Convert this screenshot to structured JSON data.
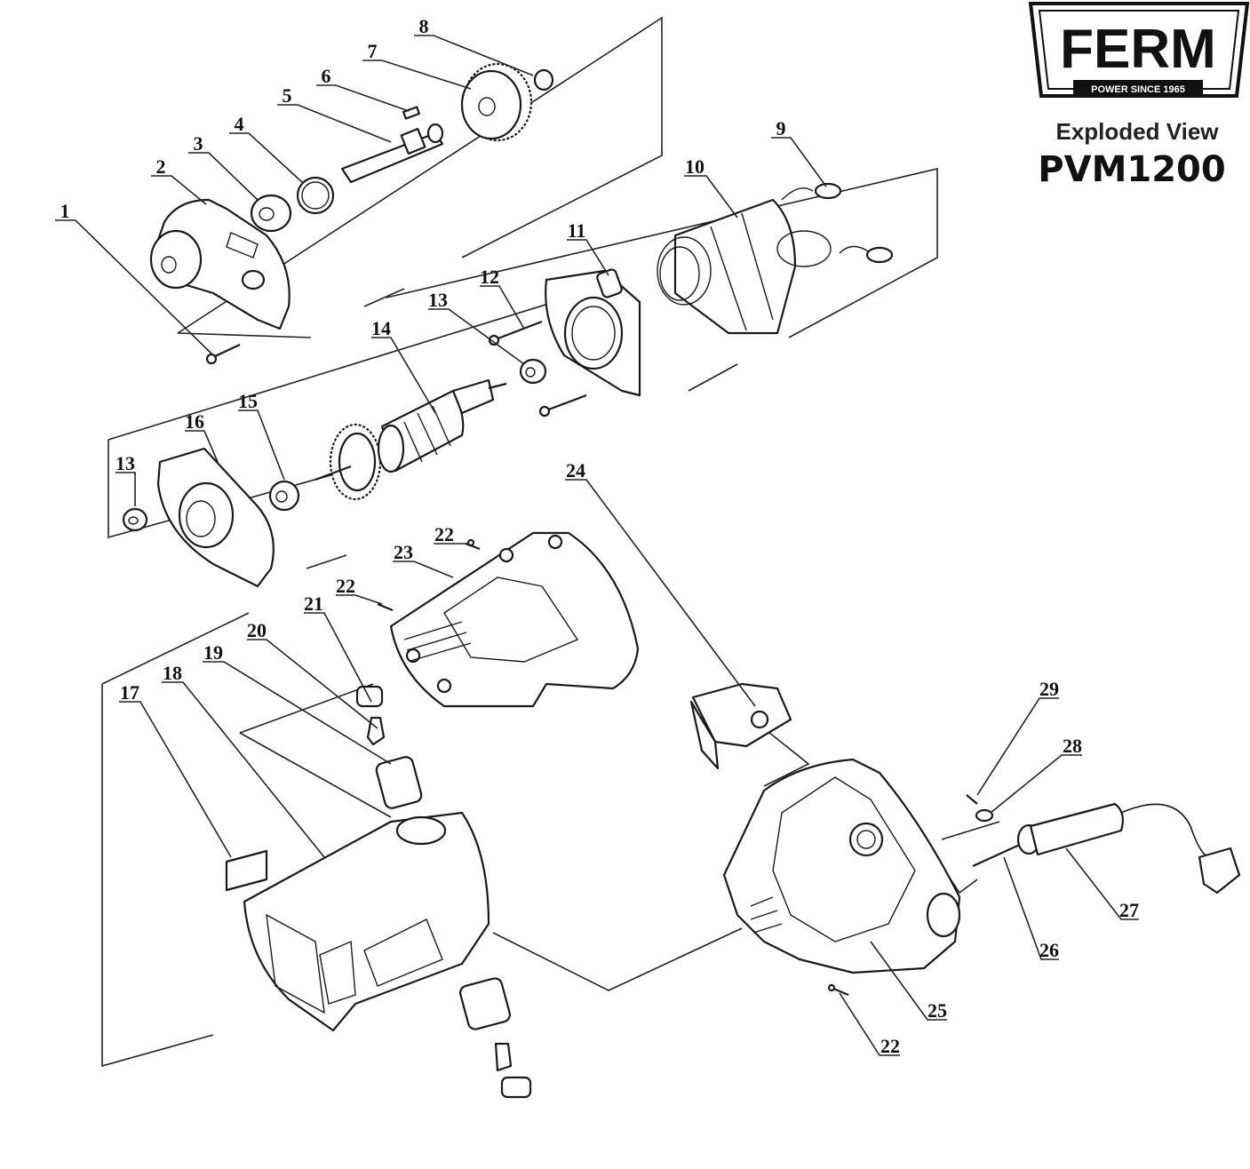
{
  "brand": {
    "logo_text": "FERM",
    "tagline": "POWER SINCE 1965",
    "title": "Exploded View",
    "model": "PVM1200"
  },
  "callouts": [
    {
      "id": "c1",
      "label": "1"
    },
    {
      "id": "c2",
      "label": "2"
    },
    {
      "id": "c3",
      "label": "3"
    },
    {
      "id": "c4",
      "label": "4"
    },
    {
      "id": "c5",
      "label": "5"
    },
    {
      "id": "c6",
      "label": "6"
    },
    {
      "id": "c7",
      "label": "7"
    },
    {
      "id": "c8",
      "label": "8"
    },
    {
      "id": "c9",
      "label": "9"
    },
    {
      "id": "c10",
      "label": "10"
    },
    {
      "id": "c11",
      "label": "11"
    },
    {
      "id": "c12",
      "label": "12"
    },
    {
      "id": "c13a",
      "label": "13"
    },
    {
      "id": "c14",
      "label": "14"
    },
    {
      "id": "c13b",
      "label": "13"
    },
    {
      "id": "c15",
      "label": "15"
    },
    {
      "id": "c16",
      "label": "16"
    },
    {
      "id": "c22a",
      "label": "22"
    },
    {
      "id": "c23",
      "label": "23"
    },
    {
      "id": "c22b",
      "label": "22"
    },
    {
      "id": "c24",
      "label": "24"
    },
    {
      "id": "c21",
      "label": "21"
    },
    {
      "id": "c20",
      "label": "20"
    },
    {
      "id": "c19",
      "label": "19"
    },
    {
      "id": "c18",
      "label": "18"
    },
    {
      "id": "c17",
      "label": "17"
    },
    {
      "id": "c29",
      "label": "29"
    },
    {
      "id": "c28",
      "label": "28"
    },
    {
      "id": "c27",
      "label": "27"
    },
    {
      "id": "c26",
      "label": "26"
    },
    {
      "id": "c25",
      "label": "25"
    },
    {
      "id": "c22c",
      "label": "22"
    }
  ]
}
